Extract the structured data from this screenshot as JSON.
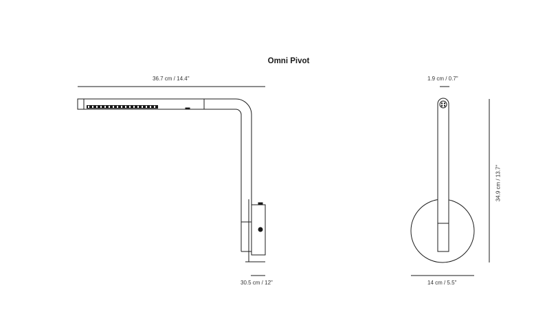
{
  "title": "Omni Pivot",
  "dimensions": {
    "arm_length": "36.7 cm / 14.4\"",
    "base_depth": "30.5 cm / 12\"",
    "arm_diameter": "1.9 cm / 0.7\"",
    "plate_diameter": "14 cm / 5.5\"",
    "height": "34.9 cm / 13.7\""
  },
  "colors": {
    "line": "#1a1a1a",
    "background": "#ffffff"
  }
}
